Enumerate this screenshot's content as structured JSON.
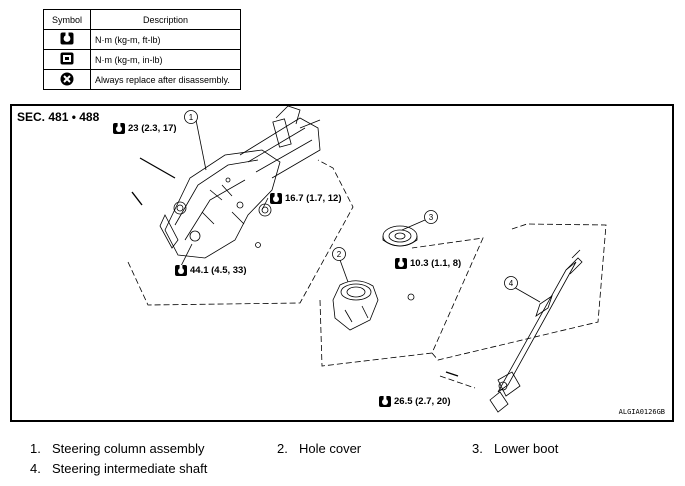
{
  "legend": {
    "header_symbol": "Symbol",
    "header_description": "Description",
    "rows": [
      {
        "icon": "torque-wrench-icon",
        "text": "N·m (kg-m, ft-lb)"
      },
      {
        "icon": "torque-wrench-inlb-icon",
        "text": "N·m (kg-m, in-lb)"
      },
      {
        "icon": "always-replace-icon",
        "text": "Always replace after disassembly."
      }
    ]
  },
  "diagram": {
    "section": "SEC. 481 • 488",
    "figure_id": "ALGIA0126GB",
    "callouts": [
      "1",
      "2",
      "3",
      "4"
    ],
    "torques": [
      "23 (2.3, 17)",
      "16.7 (1.7, 12)",
      "44.1 (4.5, 33)",
      "10.3 (1.1, 8)",
      "26.5 (2.7, 20)"
    ]
  },
  "parts": [
    {
      "num": "1.",
      "name": "Steering column assembly"
    },
    {
      "num": "2.",
      "name": "Hole cover"
    },
    {
      "num": "3.",
      "name": "Lower boot"
    },
    {
      "num": "4.",
      "name": "Steering intermediate shaft"
    }
  ]
}
